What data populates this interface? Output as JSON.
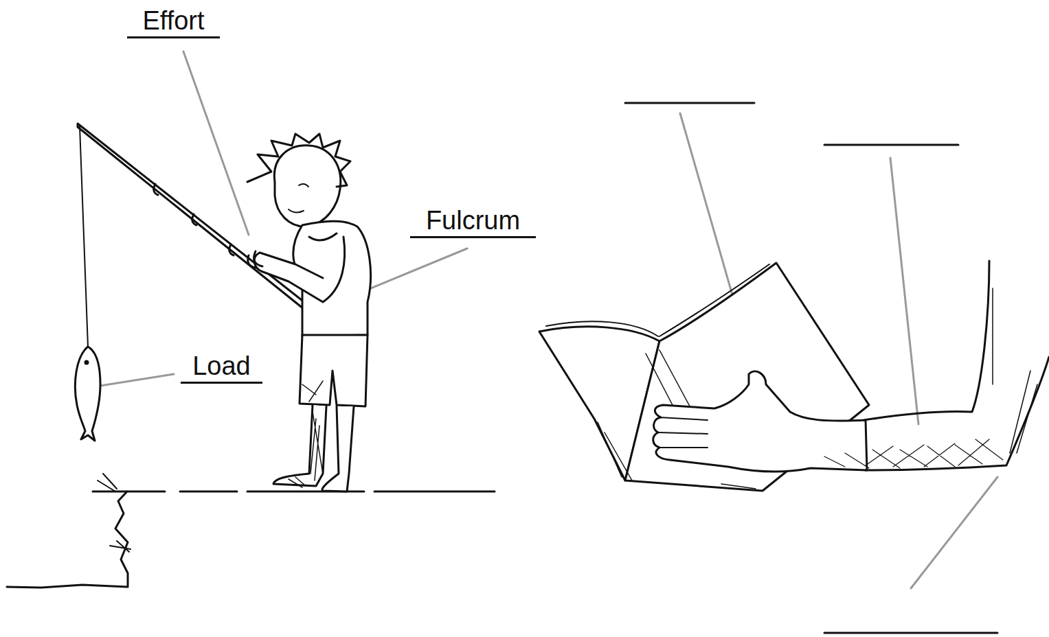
{
  "diagram": {
    "labels": [
      "Effort",
      "Fulcrum",
      "Load"
    ]
  }
}
